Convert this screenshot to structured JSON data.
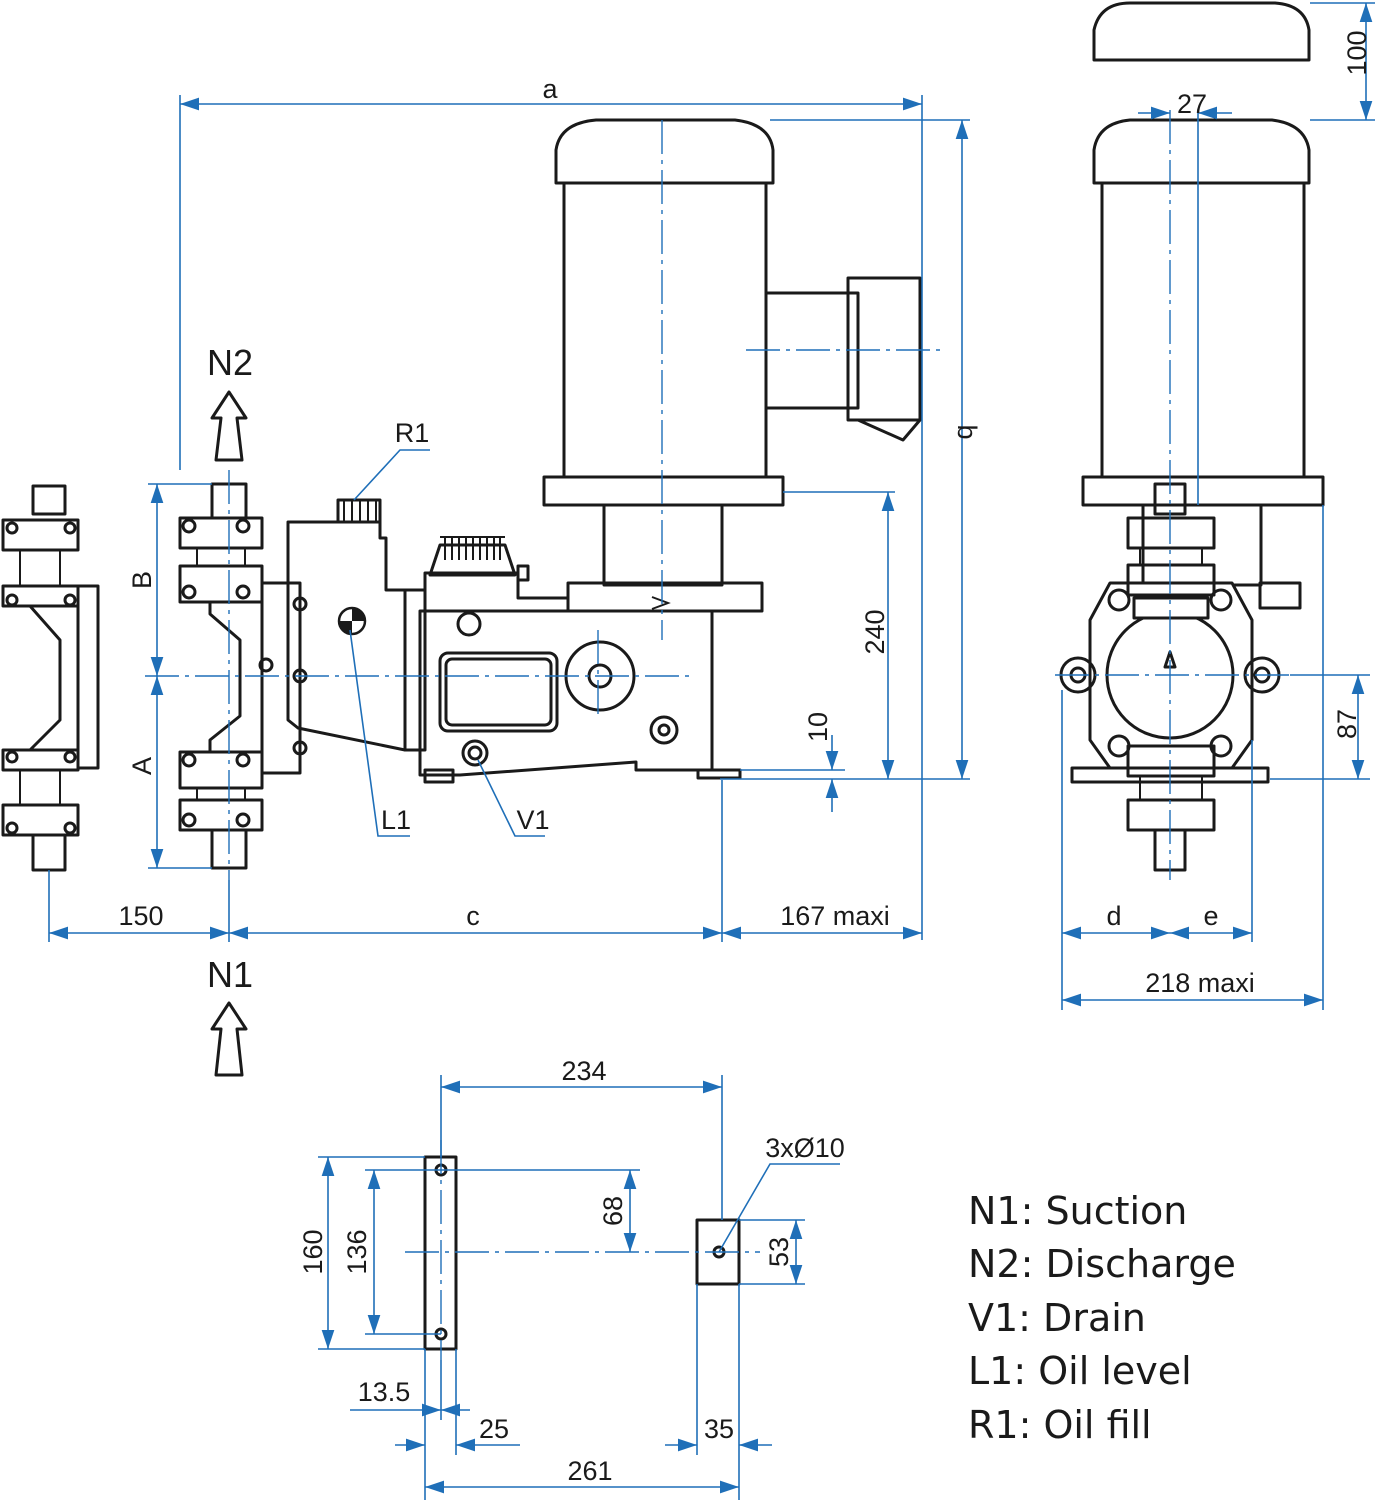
{
  "dimensions": {
    "a": "a",
    "b": "b",
    "c": "c",
    "d": "d",
    "e": "e",
    "A": "A",
    "B": "B",
    "d150": "150",
    "d167": "167 maxi",
    "d240": "240",
    "d10": "10",
    "d100": "100",
    "d27": "27",
    "d87": "87",
    "d218": "218 maxi",
    "d234": "234",
    "d261": "261",
    "d160": "160",
    "d136": "136",
    "d68": "68",
    "d53": "53",
    "d13_5": "13.5",
    "d25": "25",
    "d35": "35",
    "holes": "3xØ10"
  },
  "labels": {
    "n1": "N1",
    "n2": "N2",
    "r1": "R1",
    "l1": "L1",
    "v1": "V1"
  },
  "legend": [
    "N1: Suction",
    "N2: Discharge",
    "V1: Drain",
    "L1: Oil level",
    "R1: Oil fill"
  ],
  "colors": {
    "outline": "#1a1a1a",
    "dimension": "#1f6fb8"
  }
}
